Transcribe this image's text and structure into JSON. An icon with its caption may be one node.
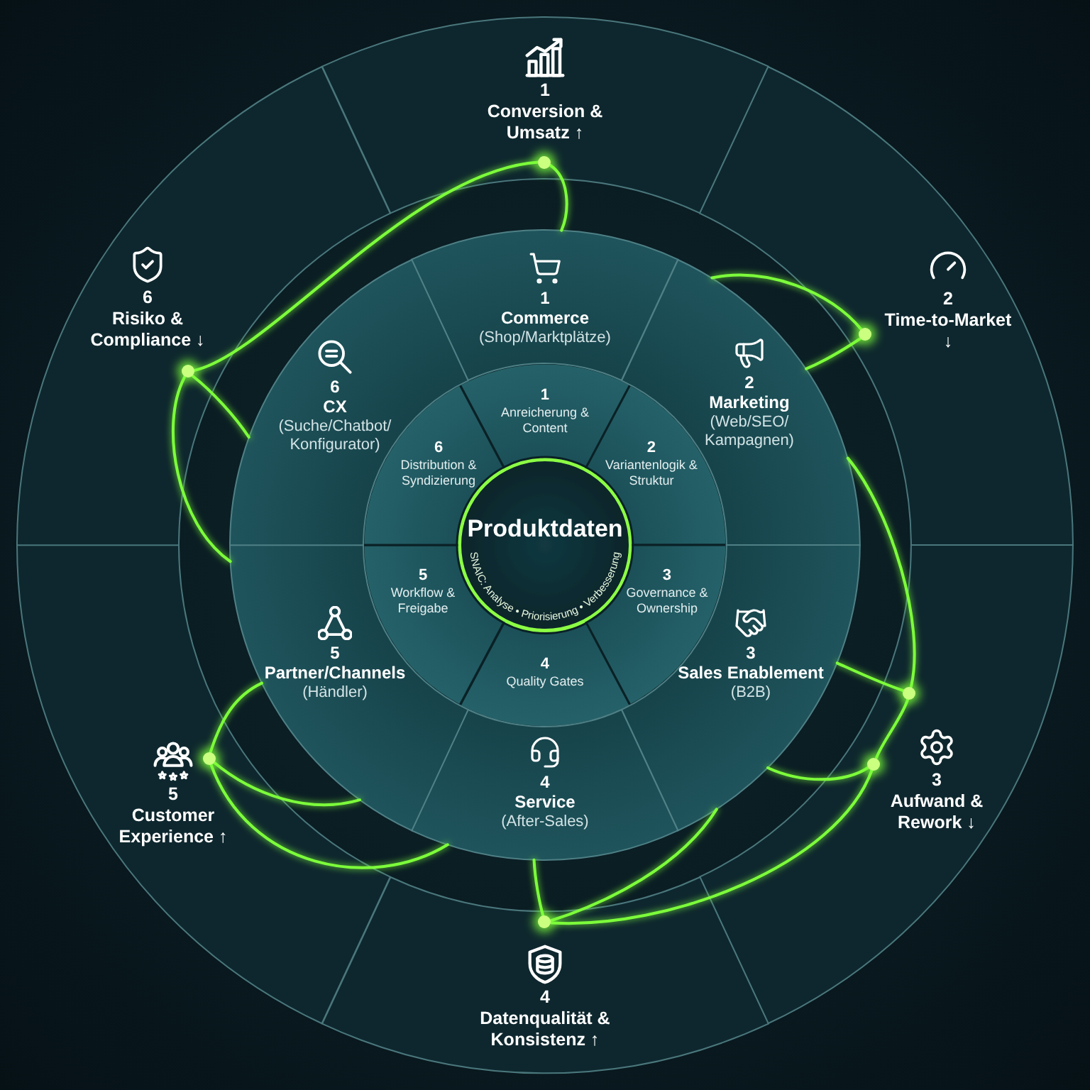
{
  "diagram": {
    "nodes": [
      {
        "text": [
          "Produktdaten",
          "SNAIC: Analyse • Priorisierung • Verbesserung"
        ]
      },
      {
        "text": [
          "1",
          "Anreicherung & Content"
        ]
      },
      {
        "text": [
          "2",
          "Variantenlogik & Struktur"
        ]
      },
      {
        "text": [
          "3",
          "Governance & Ownership"
        ]
      },
      {
        "text": [
          "4",
          "Quality Gates"
        ]
      },
      {
        "text": [
          "5",
          "Workflow & Freigabe"
        ]
      },
      {
        "text": [
          "6",
          "Distribution & Syndizierung"
        ]
      },
      {
        "text": [
          "1",
          "Commerce",
          "(Shop/Marktplätze)"
        ]
      },
      {
        "text": [
          "2",
          "Marketing",
          "(Web/SEO/ Kampagnen)"
        ]
      },
      {
        "text": [
          "3",
          "Sales Enablement",
          "(B2B)"
        ]
      },
      {
        "text": [
          "4",
          "Service",
          "(After-Sales)"
        ]
      },
      {
        "text": [
          "5",
          "Partner/Channels",
          "(Händler)"
        ]
      },
      {
        "text": [
          "6",
          "CX",
          "(Suche/Chatbot/ Konfigurator)"
        ]
      },
      {
        "text": [
          "1",
          "Conversion & Umsatz ↑"
        ]
      },
      {
        "text": [
          "2",
          "Time-to-Market ↓"
        ]
      },
      {
        "text": [
          "3",
          "Aufwand & Rework ↓"
        ]
      },
      {
        "text": [
          "4",
          "Datenqualität & Konsistenz ↑"
        ]
      },
      {
        "text": [
          "5",
          "Customer Experience ↑"
        ]
      },
      {
        "text": [
          "6",
          "Risiko & Compliance ↓"
        ]
      },
      {
        "text": [],
        "shape": "circle",
        "in": 13
      },
      {
        "text": [],
        "shape": "circle",
        "in": 14
      },
      {
        "text": [],
        "shape": "circle",
        "in": 15
      },
      {
        "text": [],
        "shape": "circle",
        "in": 15
      },
      {
        "text": [],
        "shape": "circle",
        "in": 16
      },
      {
        "text": [],
        "shape": "circle",
        "in": 17
      },
      {
        "text": [],
        "shape": "circle",
        "in": 18
      }
    ],
    "edges": [
      {
        "from": 19,
        "to": 7,
        "arrow": "none"
      },
      {
        "from": 19,
        "to": 25,
        "arrow": "none"
      },
      {
        "from": 20,
        "to": 8,
        "arrow": "none"
      },
      {
        "from": 20,
        "to": 8,
        "arrow": "none"
      },
      {
        "from": 8,
        "to": 21,
        "arrow": "none"
      },
      {
        "from": 21,
        "to": 9,
        "arrow": "none"
      },
      {
        "from": 22,
        "to": 9,
        "arrow": "none"
      },
      {
        "from": 22,
        "to": 23,
        "arrow": "none"
      },
      {
        "from": 23,
        "to": 9,
        "arrow": "none"
      },
      {
        "from": 23,
        "to": 10,
        "arrow": "none"
      },
      {
        "from": 24,
        "to": 10,
        "arrow": "none"
      },
      {
        "from": 24,
        "to": 11,
        "arrow": "none"
      },
      {
        "from": 24,
        "to": 11,
        "arrow": "none"
      },
      {
        "from": 25,
        "to": 11,
        "arrow": "none"
      },
      {
        "from": 25,
        "to": 12,
        "arrow": "none"
      },
      {
        "from": 21,
        "to": 22,
        "arrow": "none"
      }
    ]
  }
}
